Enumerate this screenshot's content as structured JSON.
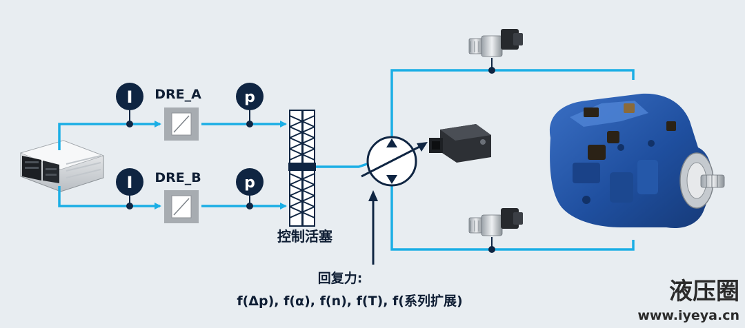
{
  "valves": {
    "a_label": "DRE_A",
    "b_label": "DRE_B"
  },
  "sensors": {
    "current_symbol": "I",
    "pressure_symbol": "p"
  },
  "piston_label": "控制活塞",
  "restoring_force": {
    "title": "回复力:",
    "formula": "f(Δp), f(α), f(n), f(T), f(系列扩展)"
  },
  "watermark": {
    "brand": "液压圈",
    "url": "www.iyeya.cn"
  },
  "colors": {
    "line": "#1aaee5",
    "dark": "#0f2542",
    "valve": "#a7acb1",
    "pump_body": "#2457a8",
    "background": "#e8edf1"
  }
}
